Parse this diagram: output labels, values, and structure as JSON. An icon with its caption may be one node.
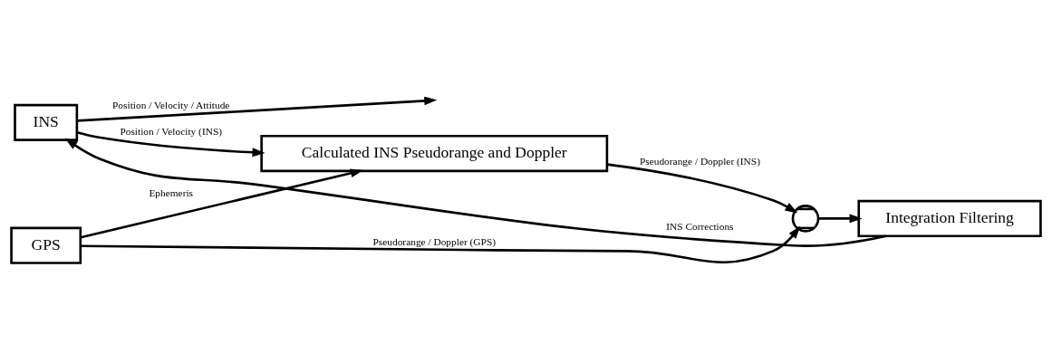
{
  "diagram": {
    "nodes": [
      {
        "text": [
          "INS"
        ]
      },
      {
        "text": [
          "Calculated INS Pseudorange and Doppler"
        ]
      },
      {
        "text": [
          "GPS"
        ]
      },
      {
        "text": [],
        "shape": "circle"
      },
      {
        "text": [
          "Integration Filtering"
        ]
      }
    ],
    "edges": [
      {
        "from": 0,
        "to": null,
        "arrow": "to",
        "label": "Position / Velocity / Attitude"
      },
      {
        "from": 0,
        "to": 1,
        "arrow": "to",
        "label": "Position / Velocity (INS)"
      },
      {
        "from": 2,
        "to": 1,
        "arrow": "to",
        "label": "Ephemeris"
      },
      {
        "from": 1,
        "to": 3,
        "arrow": "to",
        "label": "Pseudorange / Doppler (INS)"
      },
      {
        "from": 2,
        "to": 3,
        "arrow": "to",
        "label": "Pseudorange / Doppler (GPS)"
      },
      {
        "from": 3,
        "to": 4,
        "arrow": "to"
      },
      {
        "from": 4,
        "to": 0,
        "arrow": "to",
        "label": "INS Corrections"
      }
    ]
  }
}
